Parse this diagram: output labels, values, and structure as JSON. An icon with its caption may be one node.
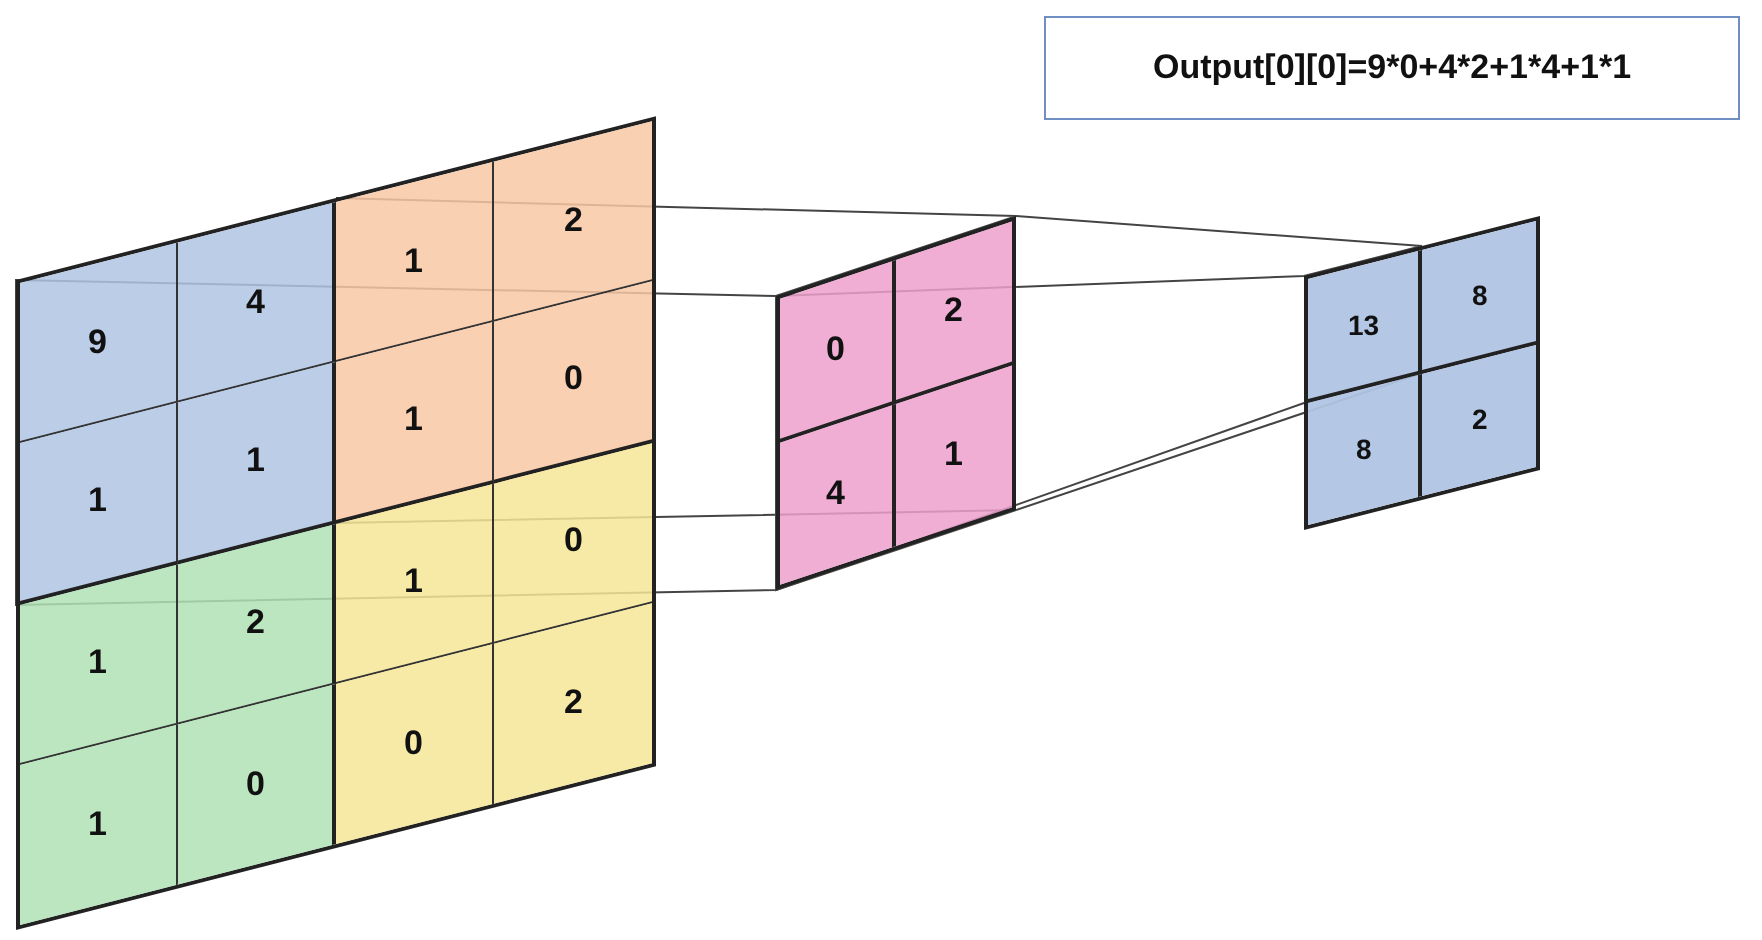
{
  "diagram": {
    "nodes": [
      {
        "text": [
          "Output[0][0]=9*0+4*2+1*4+1*1"
        ]
      },
      {
        "text": [
          "9",
          "4",
          "1",
          "2",
          "1",
          "1",
          "1",
          "0",
          "1",
          "2",
          "1",
          "0",
          "1",
          "0",
          "0",
          "2"
        ]
      },
      {
        "text": [
          "0",
          "2",
          "4",
          "1"
        ]
      },
      {
        "text": [
          "13",
          "8",
          "8",
          "2"
        ]
      }
    ],
    "edges": [
      {
        "from": 1,
        "to": 2,
        "arrow": "none"
      },
      {
        "from": 2,
        "to": 3,
        "arrow": "none"
      }
    ]
  }
}
